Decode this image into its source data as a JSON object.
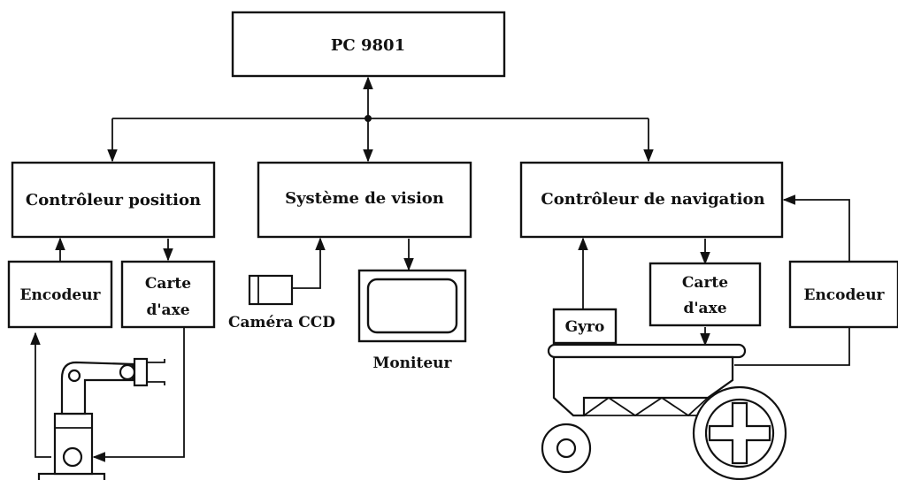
{
  "nodes": {
    "pc": "PC 9801",
    "position_controller": "Contrôleur position",
    "vision_system": "Système de vision",
    "navigation_controller": "Contrôleur de navigation",
    "encoder_left": "Encodeur",
    "axis_card_left_line1": "Carte",
    "axis_card_left_line2": "d'axe",
    "axis_card_right_line1": "Carte",
    "axis_card_right_line2": "d'axe",
    "encoder_right": "Encodeur",
    "gyro": "Gyro",
    "ccd_camera": "Caméra CCD",
    "monitor": "Moniteur"
  }
}
